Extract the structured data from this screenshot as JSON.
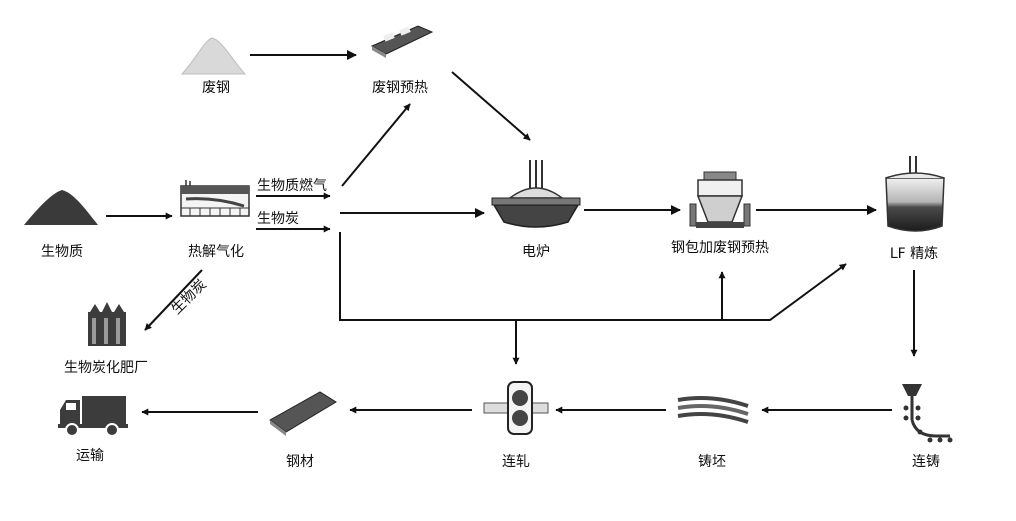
{
  "nodes": {
    "scrap_steel": "废钢",
    "scrap_preheat": "废钢预热",
    "biomass": "生物质",
    "pyrolysis_gasification": "热解气化",
    "electric_furnace": "电炉",
    "ladle_scrap_preheat": "钢包加废钢预热",
    "lf_refining": "LF 精炼",
    "biochar_fertilizer_plant": "生物炭化肥厂",
    "transport": "运输",
    "steel_product": "钢材",
    "continuous_rolling": "连轧",
    "cast_billet": "铸坯",
    "continuous_casting": "连铸"
  },
  "edges": {
    "biomass_gas": "生物质燃气",
    "biochar_top": "生物炭",
    "biochar_diag": "生物炭"
  },
  "colors": {
    "ink": "#111111",
    "icon_dark": "#333333",
    "icon_mid": "#7a7a7a",
    "icon_light": "#cfcfcf"
  }
}
